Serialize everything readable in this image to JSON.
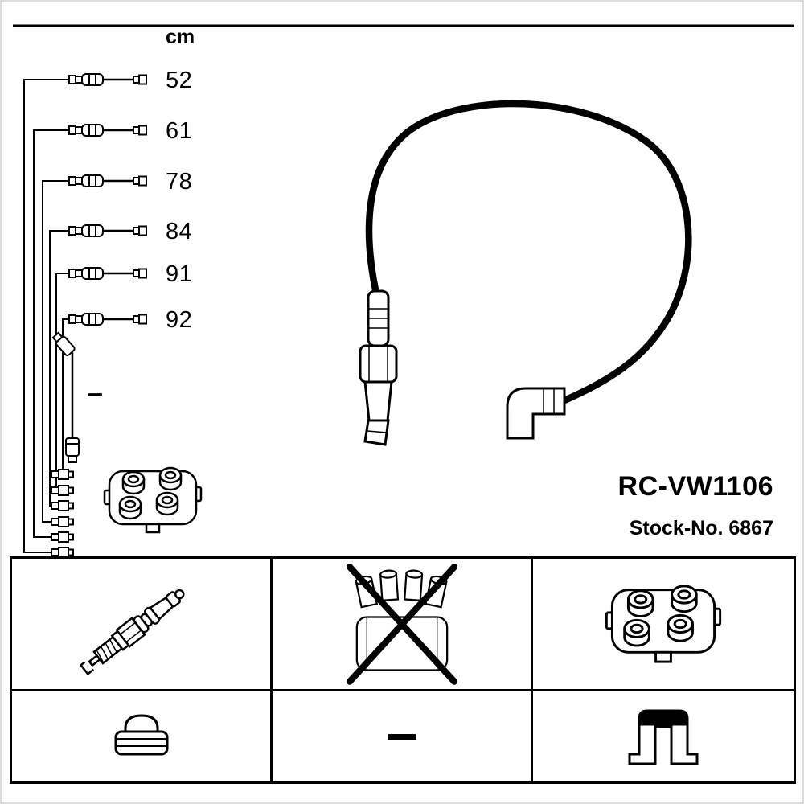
{
  "frame": {
    "background": "#ffffff",
    "line_color": "#000000",
    "border_color": "#dcdcdc"
  },
  "length_table": {
    "unit_header": "cm",
    "rows": [
      {
        "length": "52"
      },
      {
        "length": "61"
      },
      {
        "length": "78"
      },
      {
        "length": "84"
      },
      {
        "length": "91"
      },
      {
        "length": "92"
      }
    ],
    "unlabeled_cable_mark": "–"
  },
  "product": {
    "code": "RC-VW1106",
    "stock_no": "Stock-No. 6867"
  },
  "icons": {
    "cable_small": "ignition-cable-icon",
    "harness": "cable-harness-lines",
    "short_cable": "coil-cable-short-icon",
    "distributor_cap_small": "distributor-cap-icon",
    "coil_wire": "coil-wire-with-boots-icon",
    "spark_plug": "spark-plug-icon",
    "crossed_cap": "distributor-cap-crossed-out-icon",
    "distributor_cap_large": "distributor-cap-icon",
    "boot": "rubber-boot-icon",
    "dash": "dash-mark",
    "bracket": "mounting-bracket-icon"
  }
}
